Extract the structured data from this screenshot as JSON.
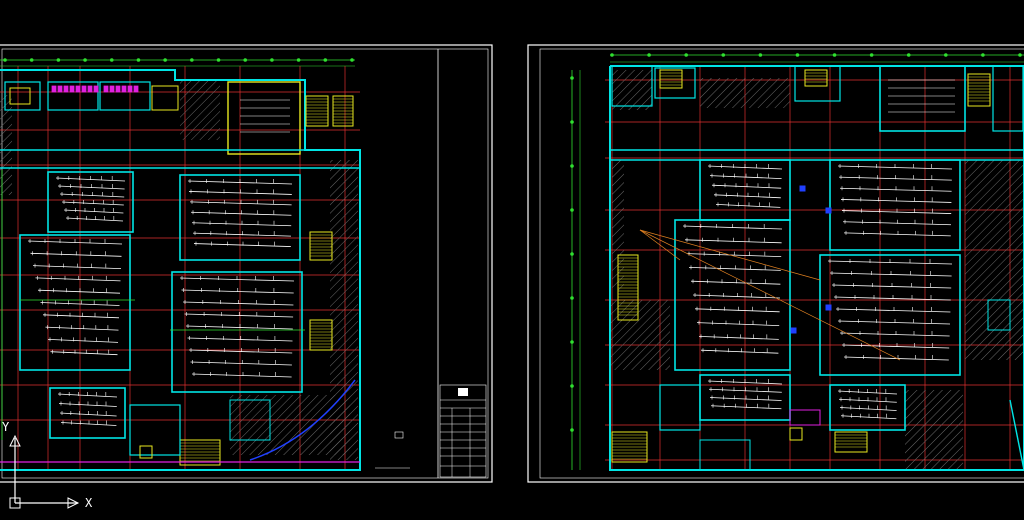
{
  "app": {
    "background": "#000000"
  },
  "ucs": {
    "x_label": "X",
    "y_label": "Y"
  },
  "colors": {
    "wall": "#00e5e5",
    "grid": "#e03030",
    "green": "#30e030",
    "white": "#ffffff",
    "yellow": "#e8e820",
    "magenta": "#e020e0",
    "blue": "#2040ff",
    "orange": "#e08020",
    "hatch": "#777777"
  },
  "sheets": [
    {
      "name": "sheet-left"
    },
    {
      "name": "sheet-right"
    }
  ]
}
